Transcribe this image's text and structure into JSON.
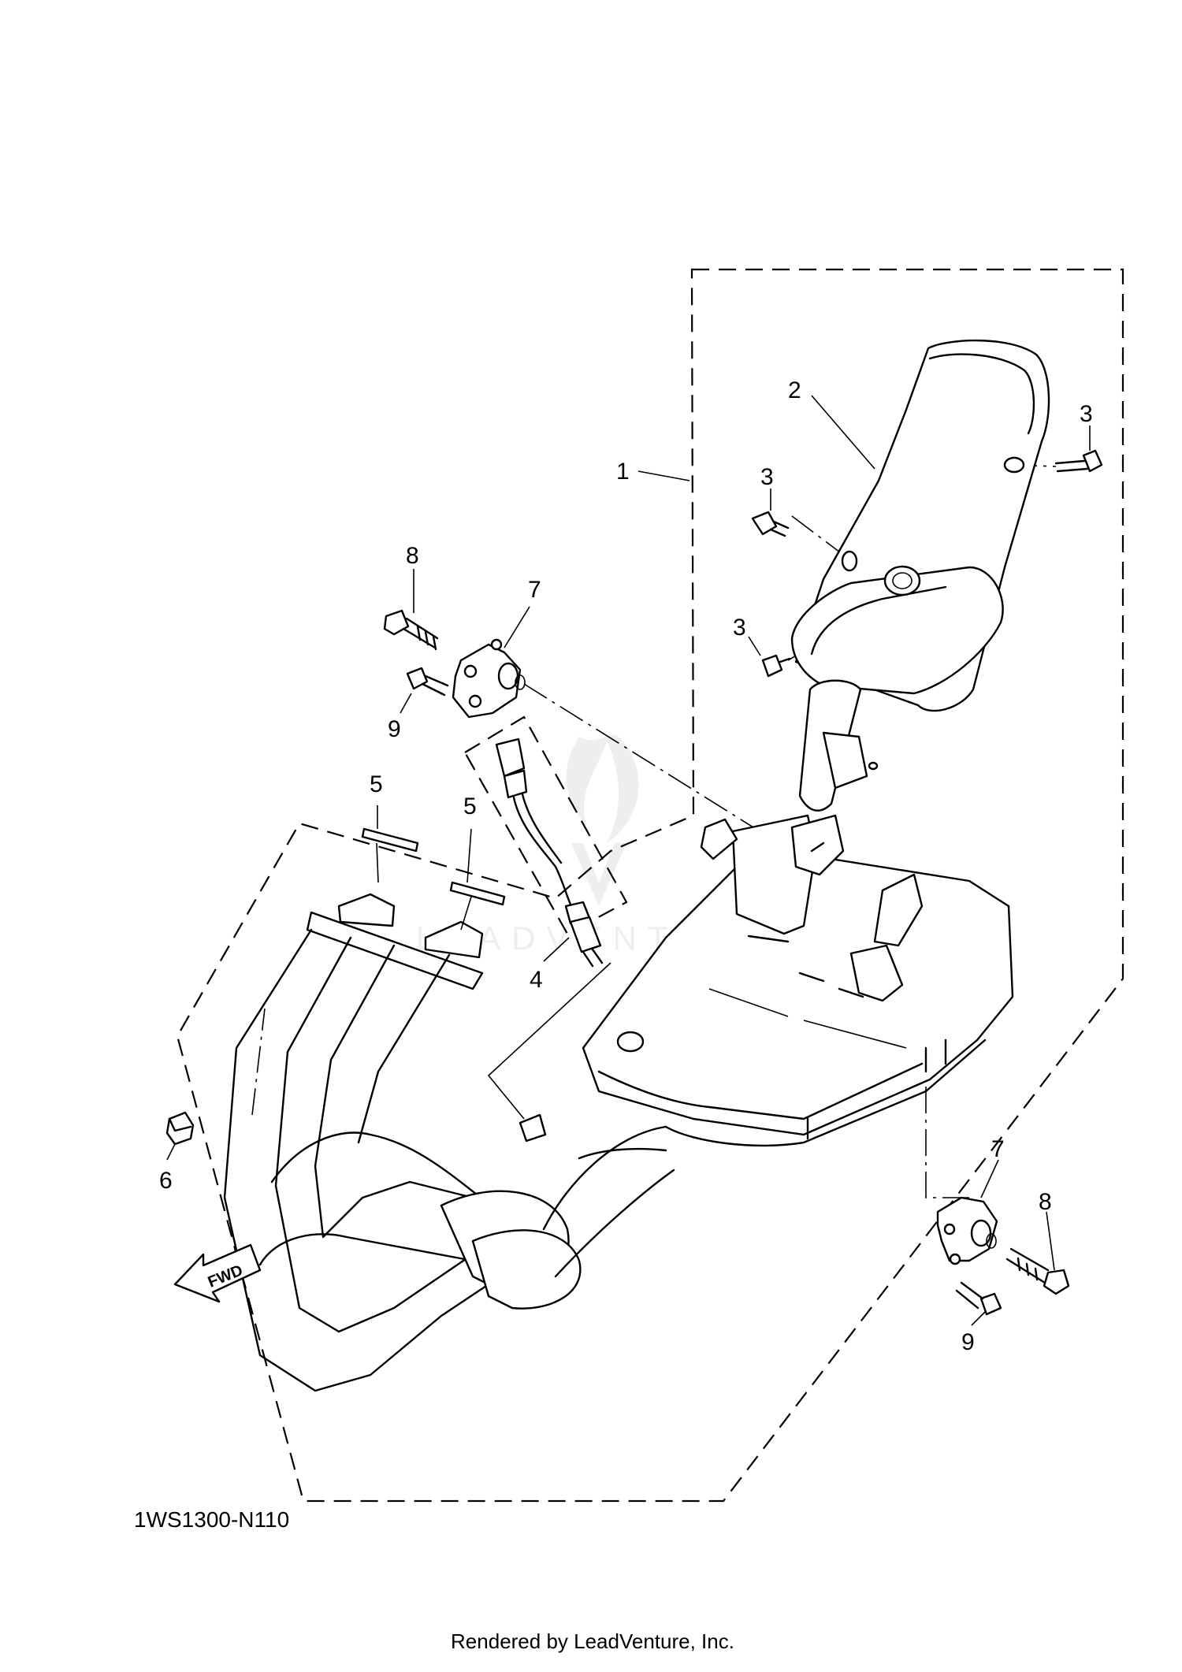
{
  "diagram_code": "1WS1300-N110",
  "footer": "Rendered by LeadVenture, Inc.",
  "fwd_label": "FWD",
  "watermark": "LEADVENTURE",
  "callouts": {
    "c1": "1",
    "c2": "2",
    "c3a": "3",
    "c3b": "3",
    "c3c": "3",
    "c4": "4",
    "c5a": "5",
    "c5b": "5",
    "c6": "6",
    "c7a": "7",
    "c7b": "7",
    "c8a": "8",
    "c8b": "8",
    "c9a": "9",
    "c9b": "9"
  },
  "colors": {
    "line": "#000000",
    "background": "#ffffff",
    "watermark": "#d9d9d9"
  }
}
